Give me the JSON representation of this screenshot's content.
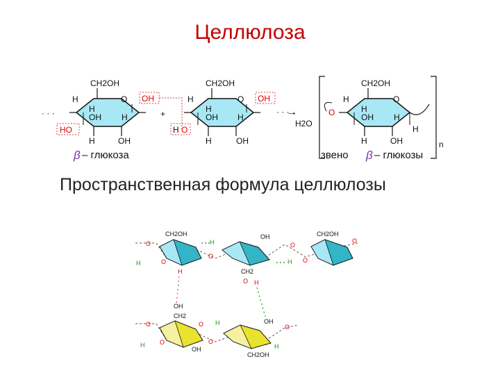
{
  "title": "Целлюлоза",
  "subtitle": "Пространственная формула целлюлозы",
  "colors": {
    "title": "#c40000",
    "ring_cyan": "#a8e8f4",
    "ring_teal": "#33b5c7",
    "ring_yellow": "#e9e22e",
    "oxygen": "#e00000",
    "hydrogen_bond": "#1a8f1a"
  },
  "top": {
    "labels": {
      "ch2oh": "CH2OH",
      "h": "H",
      "o": "O",
      "oh": "OH",
      "ho": "HO",
      "plus": "+",
      "h2o": "H2O",
      "n": "n",
      "dots": "· · ·",
      "arrow": "→"
    },
    "beta": "β",
    "caption_left": "– глюкоза",
    "caption_right_prefix": "звено",
    "caption_right": "– глюкозы"
  },
  "bottom": {
    "labels": {
      "ch2oh": "CH2OH",
      "oh": "OH",
      "o": "O",
      "h": "H",
      "ch2": "CH2"
    }
  }
}
